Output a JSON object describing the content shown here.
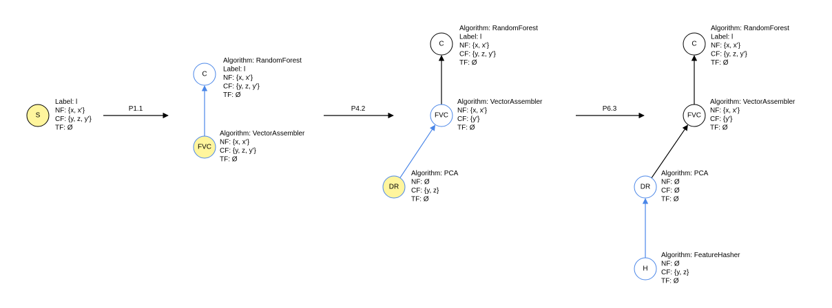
{
  "colors": {
    "highlight_fill": "#FFF59D",
    "blue_edge": "#4A86E8",
    "black_edge": "#000000",
    "default_fill": "#FFFFFF"
  },
  "stages": [
    {
      "nodes": [
        {
          "id": "S",
          "label": "S",
          "fill": "highlight",
          "stroke": "black",
          "info": [
            "Label: l",
            "NF: {x, x'}",
            "CF: {y, z, y'}",
            "TF: Ø"
          ]
        }
      ],
      "edges": []
    },
    {
      "nodes": [
        {
          "id": "C",
          "label": "C",
          "fill": "default",
          "stroke": "blue",
          "info": [
            "Algorithm: RandomForest",
            "Label: l",
            "NF: {x, x'}",
            "CF: {y, z, y'}",
            "TF: Ø"
          ]
        },
        {
          "id": "FVC",
          "label": "FVC",
          "fill": "highlight",
          "stroke": "blue",
          "info": [
            "Algorithm: VectorAssembler",
            "NF: {x, x'}",
            "CF: {y, z, y'}",
            "TF: Ø"
          ]
        }
      ],
      "edges": [
        {
          "from": "FVC",
          "to": "C",
          "color": "blue"
        }
      ]
    },
    {
      "nodes": [
        {
          "id": "C",
          "label": "C",
          "fill": "default",
          "stroke": "black",
          "info": [
            "Algorithm: RandomForest",
            "Label: l",
            "NF: {x, x'}",
            "CF: {y, z, y'}",
            "TF: Ø"
          ]
        },
        {
          "id": "FVC",
          "label": "FVC",
          "fill": "default",
          "stroke": "blue",
          "info": [
            "Algorithm: VectorAssembler",
            "NF: {x, x'}",
            "CF: {y'}",
            "TF: Ø"
          ]
        },
        {
          "id": "DR",
          "label": "DR",
          "fill": "highlight",
          "stroke": "blue",
          "info": [
            "Algorithm: PCA",
            "NF: Ø",
            "CF: {y, z}",
            "TF: Ø"
          ]
        }
      ],
      "edges": [
        {
          "from": "FVC",
          "to": "C",
          "color": "black"
        },
        {
          "from": "DR",
          "to": "FVC",
          "color": "blue"
        }
      ]
    },
    {
      "nodes": [
        {
          "id": "C",
          "label": "C",
          "fill": "default",
          "stroke": "black",
          "info": [
            "Algorithm: RandomForest",
            "Label: l",
            "NF: {x, x'}",
            "CF: {y, z, y'}",
            "TF: Ø"
          ]
        },
        {
          "id": "FVC",
          "label": "FVC",
          "fill": "default",
          "stroke": "black",
          "info": [
            "Algorithm: VectorAssembler",
            "NF: {x, x'}",
            "CF: {y'}",
            "TF: Ø"
          ]
        },
        {
          "id": "DR",
          "label": "DR",
          "fill": "default",
          "stroke": "blue",
          "info": [
            "Algorithm: PCA",
            "NF: Ø",
            "CF: Ø",
            "TF: Ø"
          ]
        },
        {
          "id": "H",
          "label": "H",
          "fill": "default",
          "stroke": "blue",
          "info": [
            "Algorithm: FeatureHasher",
            "NF: Ø",
            "CF: {y, z}",
            "TF: Ø"
          ]
        }
      ],
      "edges": [
        {
          "from": "FVC",
          "to": "C",
          "color": "black"
        },
        {
          "from": "DR",
          "to": "FVC",
          "color": "black"
        },
        {
          "from": "H",
          "to": "DR",
          "color": "blue"
        }
      ]
    }
  ],
  "transitions": [
    {
      "label": "P1.1"
    },
    {
      "label": "P4.2"
    },
    {
      "label": "P6.3"
    }
  ]
}
